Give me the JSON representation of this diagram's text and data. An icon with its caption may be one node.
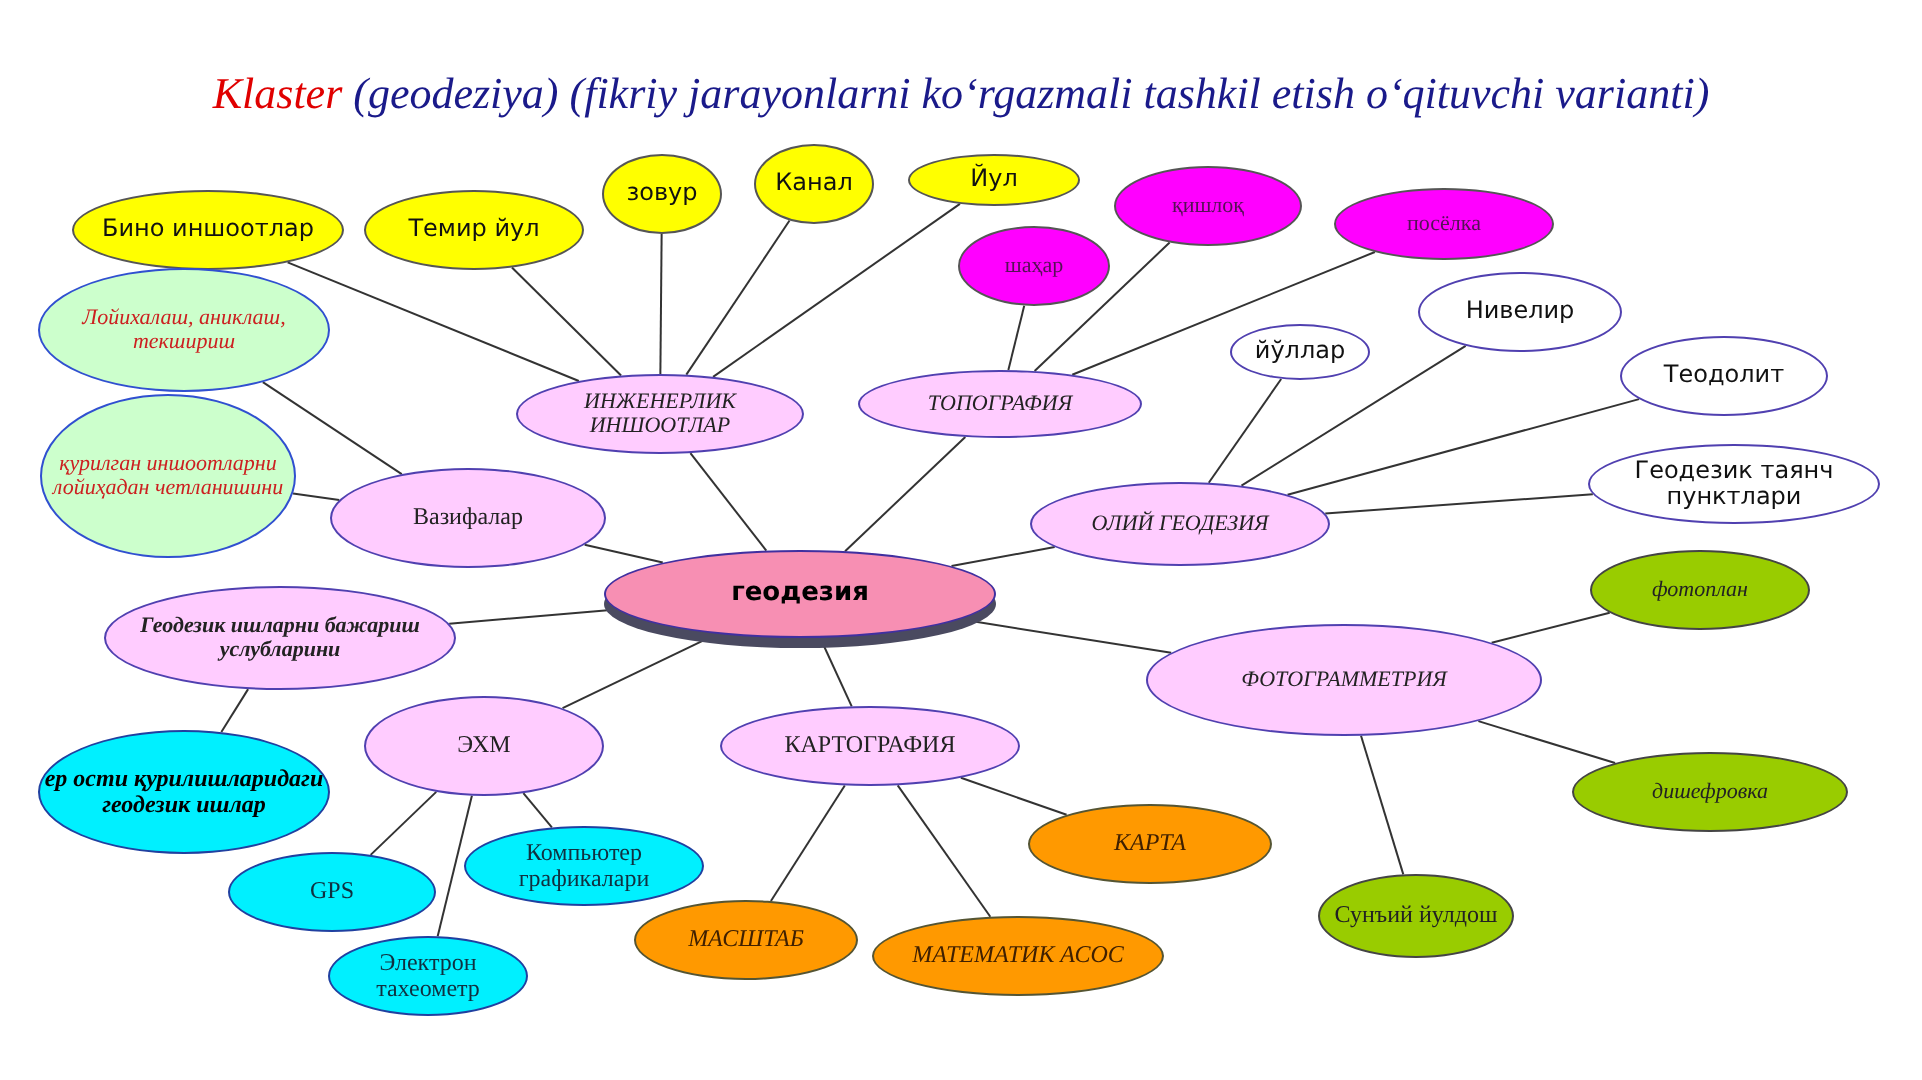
{
  "diagram": {
    "title": "Klaster (geodeziya) (fikriy jarayonlarni ko‘rgazmali tashkil etish o‘qituvchi varianti)",
    "nodes": [
      {
        "text": [
          "геодезия"
        ]
      },
      {
        "text": [
          "ИНЖЕНЕРЛИК ИНШООТЛАР"
        ]
      },
      {
        "text": [
          "ТОПОГРАФИЯ"
        ]
      },
      {
        "text": [
          "ОЛИЙ ГЕОДЕЗИЯ"
        ]
      },
      {
        "text": [
          "ФОТОГРАММЕТРИЯ"
        ]
      },
      {
        "text": [
          "КАРТОГРАФИЯ"
        ]
      },
      {
        "text": [
          "ЭХМ"
        ]
      },
      {
        "text": [
          "Геодезик ишларни бажариш услубларини"
        ]
      },
      {
        "text": [
          "Вазифалар"
        ]
      },
      {
        "text": [
          "Бино иншоотлар"
        ]
      },
      {
        "text": [
          "Темир йул"
        ]
      },
      {
        "text": [
          "зовур"
        ]
      },
      {
        "text": [
          "Канал"
        ]
      },
      {
        "text": [
          "Йул"
        ]
      },
      {
        "text": [
          "шаҳар"
        ]
      },
      {
        "text": [
          "қишлоқ"
        ]
      },
      {
        "text": [
          "посёлка"
        ]
      },
      {
        "text": [
          "йўллар"
        ]
      },
      {
        "text": [
          "Нивелир"
        ]
      },
      {
        "text": [
          "Теодолит"
        ]
      },
      {
        "text": [
          "Геодезик таянч пунктлари"
        ]
      },
      {
        "text": [
          "фотоплан"
        ]
      },
      {
        "text": [
          "дишефровка"
        ]
      },
      {
        "text": [
          "Сунъий йулдош"
        ]
      },
      {
        "text": [
          "КАРТА"
        ]
      },
      {
        "text": [
          "МАСШТАБ"
        ]
      },
      {
        "text": [
          "МАТЕМАТИК АСОС"
        ]
      },
      {
        "text": [
          "Компьютер графикалари"
        ]
      },
      {
        "text": [
          "GPS"
        ]
      },
      {
        "text": [
          "Электрон тахеометр"
        ]
      },
      {
        "text": [
          "ер ости қурилишларидаги геодезик ишлар"
        ]
      },
      {
        "text": [
          "Лойихалаш, аниклаш, текшириш"
        ]
      },
      {
        "text": [
          "қурилган иншоотларни лойиҳадан четланишини"
        ]
      }
    ],
    "edges": [
      {
        "from": 0,
        "to": 1,
        "arrow": "none"
      },
      {
        "from": 0,
        "to": 2,
        "arrow": "none"
      },
      {
        "from": 0,
        "to": 3,
        "arrow": "none"
      },
      {
        "from": 0,
        "to": 4,
        "arrow": "none"
      },
      {
        "from": 0,
        "to": 5,
        "arrow": "none"
      },
      {
        "from": 0,
        "to": 6,
        "arrow": "none"
      },
      {
        "from": 0,
        "to": 7,
        "arrow": "none"
      },
      {
        "from": 0,
        "to": 8,
        "arrow": "none"
      },
      {
        "from": 1,
        "to": 9,
        "arrow": "none"
      },
      {
        "from": 1,
        "to": 10,
        "arrow": "none"
      },
      {
        "from": 1,
        "to": 11,
        "arrow": "none"
      },
      {
        "from": 1,
        "to": 12,
        "arrow": "none"
      },
      {
        "from": 1,
        "to": 13,
        "arrow": "none"
      },
      {
        "from": 2,
        "to": 14,
        "arrow": "none"
      },
      {
        "from": 2,
        "to": 15,
        "arrow": "none"
      },
      {
        "from": 2,
        "to": 16,
        "arrow": "none"
      },
      {
        "from": 3,
        "to": 17,
        "arrow": "none"
      },
      {
        "from": 3,
        "to": 18,
        "arrow": "none"
      },
      {
        "from": 3,
        "to": 19,
        "arrow": "none"
      },
      {
        "from": 3,
        "to": 20,
        "arrow": "none"
      },
      {
        "from": 4,
        "to": 21,
        "arrow": "none"
      },
      {
        "from": 4,
        "to": 22,
        "arrow": "none"
      },
      {
        "from": 4,
        "to": 23,
        "arrow": "none"
      },
      {
        "from": 5,
        "to": 24,
        "arrow": "none"
      },
      {
        "from": 5,
        "to": 25,
        "arrow": "none"
      },
      {
        "from": 5,
        "to": 26,
        "arrow": "none"
      },
      {
        "from": 6,
        "to": 27,
        "arrow": "none"
      },
      {
        "from": 6,
        "to": 28,
        "arrow": "none"
      },
      {
        "from": 6,
        "to": 29,
        "arrow": "none"
      },
      {
        "from": 7,
        "to": 30,
        "arrow": "none"
      },
      {
        "from": 8,
        "to": 31,
        "arrow": "none"
      },
      {
        "from": 8,
        "to": 32,
        "arrow": "none"
      }
    ]
  }
}
